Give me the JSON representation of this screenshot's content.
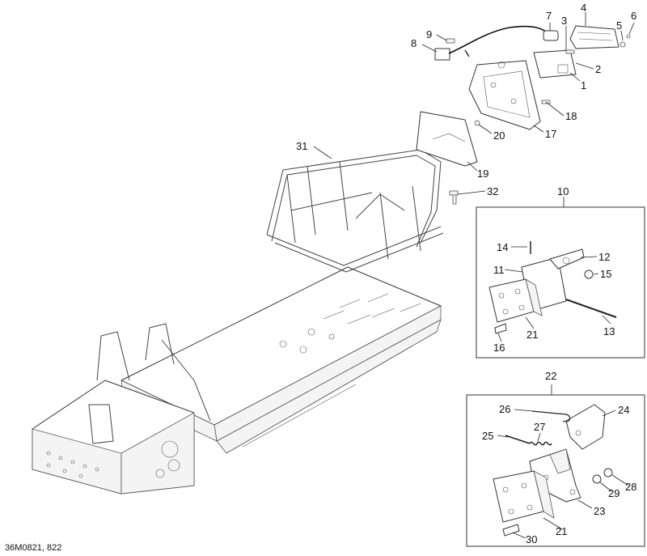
{
  "diagram": {
    "drawing_code": "36M0821, 822",
    "callouts": {
      "c1": "1",
      "c2": "2",
      "c3": "3",
      "c4": "4",
      "c5": "5",
      "c6": "6",
      "c7": "7",
      "c8": "8",
      "c9": "9",
      "c10": "10",
      "c11": "11",
      "c12": "12",
      "c13": "13",
      "c14": "14",
      "c15": "15",
      "c16": "16",
      "c17": "17",
      "c18": "18",
      "c19": "19",
      "c20": "20",
      "c21a": "21",
      "c21b": "21",
      "c22": "22",
      "c23": "23",
      "c24": "24",
      "c25": "25",
      "c26": "26",
      "c27": "27",
      "c28": "28",
      "c29": "29",
      "c30": "30",
      "c31": "31",
      "c32": "32"
    }
  }
}
